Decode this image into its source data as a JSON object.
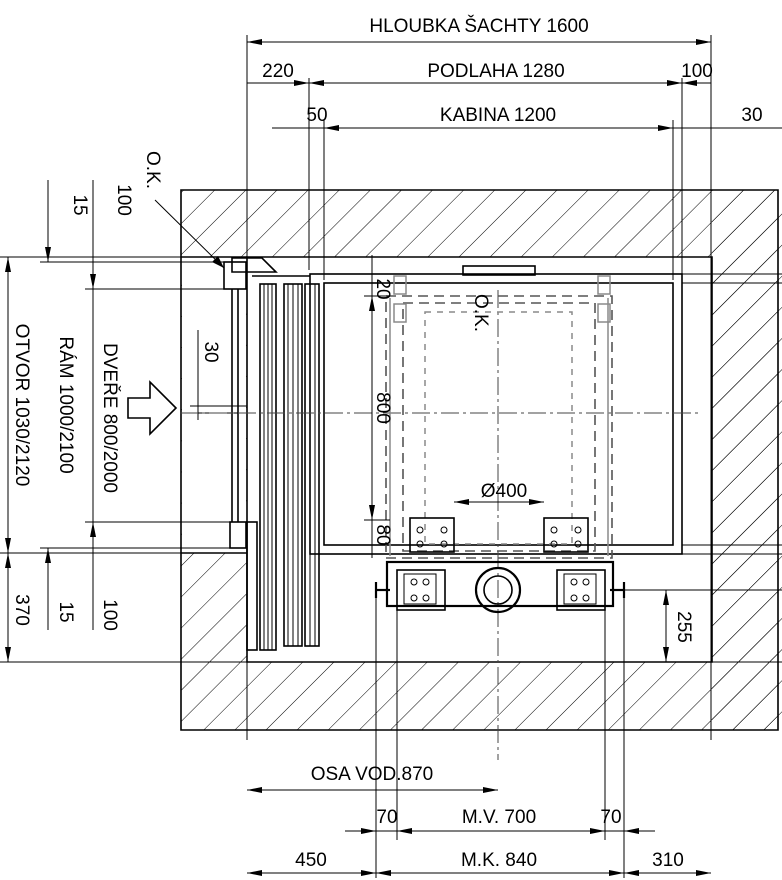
{
  "labels": {
    "shaft_depth": "HLOUBKA ŠACHTY 1600",
    "d_220": "220",
    "floor": "PODLAHA 1280",
    "d_100_top": "100",
    "d_50": "50",
    "cabin": "KABINA 1200",
    "d_30_top": "30",
    "ok_left": "O.K.",
    "ok_center": "O.K.",
    "d_15_top": "15",
    "d_100_left_top": "100",
    "opening": "OTVOR 1030/2120",
    "frame": "RÁM 1000/2100",
    "doors": "DVEŘE 800/2000",
    "d_30_left": "30",
    "d_20": "20",
    "d_800": "800",
    "d_80": "80",
    "diameter": "Ø400",
    "d_370": "370",
    "d_15_bottom": "15",
    "d_100_left_bottom": "100",
    "d_255": "255",
    "guide_axis": "OSA VOD.870",
    "d_70_left": "70",
    "mv": "M.V. 700",
    "d_70_right": "70",
    "d_450": "450",
    "mk": "M.K. 840",
    "d_310": "310"
  },
  "icons": {
    "entrance": "arrow-right-icon"
  }
}
